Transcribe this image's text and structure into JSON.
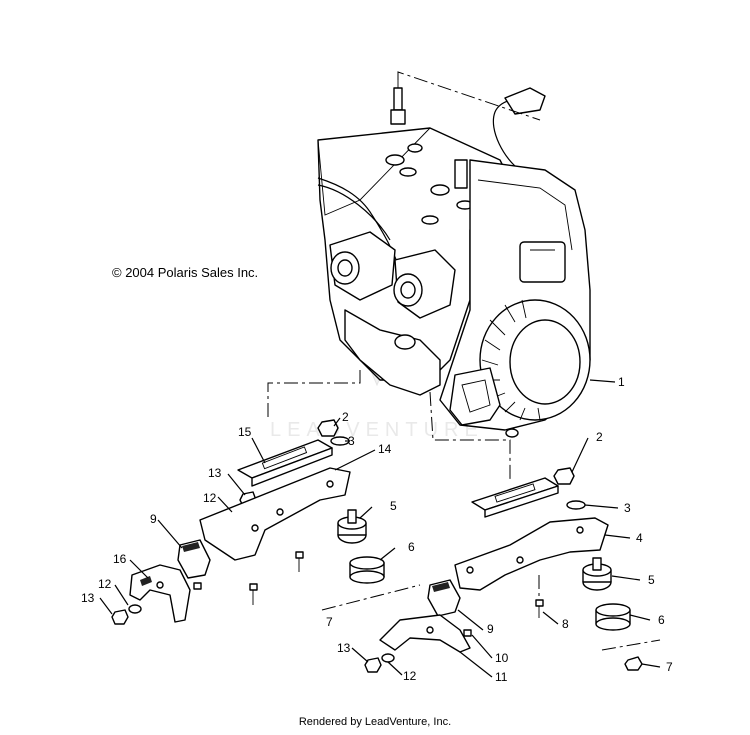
{
  "copyright": "© 2004 Polaris Sales Inc.",
  "footer": "Rendered by LeadVenture, Inc.",
  "watermark": "LEADVENTURE",
  "callouts": [
    {
      "id": "c1",
      "label": "1"
    },
    {
      "id": "c2a",
      "label": "2"
    },
    {
      "id": "c3a",
      "label": "3"
    },
    {
      "id": "c15",
      "label": "15"
    },
    {
      "id": "c13a",
      "label": "13"
    },
    {
      "id": "c14",
      "label": "14"
    },
    {
      "id": "c12a",
      "label": "12"
    },
    {
      "id": "c9a",
      "label": "9"
    },
    {
      "id": "c5a",
      "label": "5"
    },
    {
      "id": "c6a",
      "label": "6"
    },
    {
      "id": "c16",
      "label": "16"
    },
    {
      "id": "c12b",
      "label": "12"
    },
    {
      "id": "c13b",
      "label": "13"
    },
    {
      "id": "c7a",
      "label": "7"
    },
    {
      "id": "c2b",
      "label": "2"
    },
    {
      "id": "c3b",
      "label": "3"
    },
    {
      "id": "c4",
      "label": "4"
    },
    {
      "id": "c5b",
      "label": "5"
    },
    {
      "id": "c6b",
      "label": "6"
    },
    {
      "id": "c8",
      "label": "8"
    },
    {
      "id": "c9b",
      "label": "9"
    },
    {
      "id": "c10",
      "label": "10"
    },
    {
      "id": "c11",
      "label": "11"
    },
    {
      "id": "c13c",
      "label": "13"
    },
    {
      "id": "c12c",
      "label": "12"
    },
    {
      "id": "c7b",
      "label": "7"
    }
  ]
}
